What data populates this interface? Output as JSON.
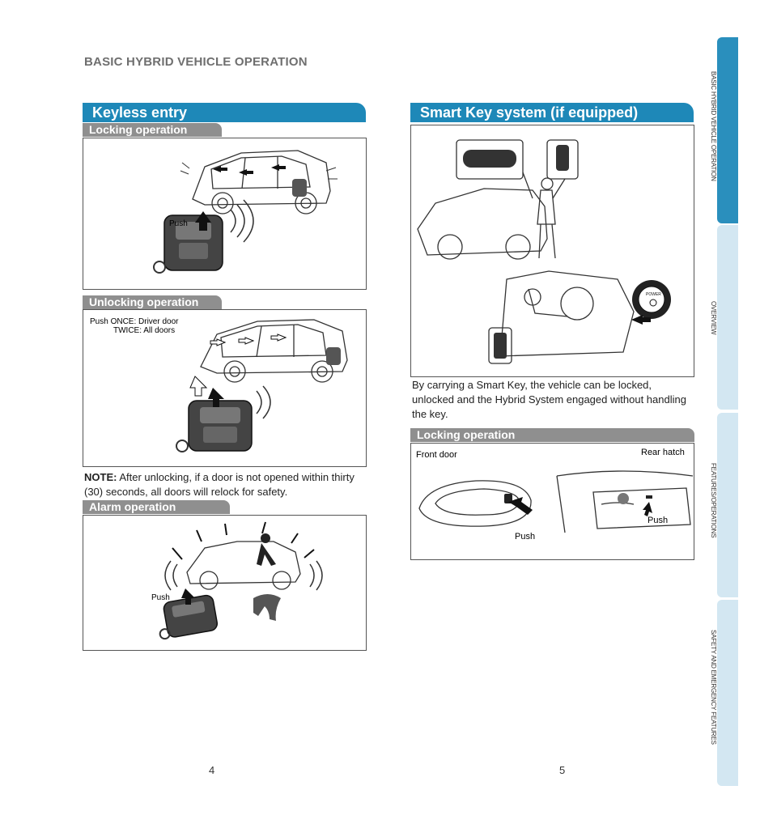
{
  "header": {
    "title": "BASIC HYBRID VEHICLE OPERATION"
  },
  "left": {
    "title": "Keyless entry",
    "locking": {
      "title": "Locking operation",
      "push": "Push"
    },
    "unlocking": {
      "title": "Unlocking operation",
      "line1": "Push ONCE: Driver door",
      "line2": "TWICE: All doors"
    },
    "note": {
      "label": "NOTE:",
      "text": "After unlocking, if a door is not opened within thirty (30) seconds, all doors will relock for safety."
    },
    "alarm": {
      "title": "Alarm operation",
      "push": "Push"
    }
  },
  "right": {
    "title": "Smart Key system (if equipped)",
    "power_label": "POWER",
    "description": "By carrying a Smart Key, the vehicle can be locked, unlocked and the Hybrid System engaged without handling the key.",
    "locking": {
      "title": "Locking operation",
      "front": "Front door",
      "rear": "Rear hatch",
      "push_front": "Push",
      "push_rear": "Push"
    }
  },
  "tabs": [
    {
      "label": "BASIC HYBRID VEHICLE OPERATION",
      "active": true
    },
    {
      "label": "OVERVIEW",
      "active": false
    },
    {
      "label": "FEATURES/OPERATIONS",
      "active": false
    },
    {
      "label": "SAFETY AND EMERGENCY FEATURES",
      "active": false
    }
  ],
  "colors": {
    "section": "#1e88b8",
    "tab_active": "#2a8fbd",
    "tab_inactive": "#d3e7f2",
    "subheader": "#8f8f8f"
  },
  "pages": {
    "left": "4",
    "right": "5"
  }
}
